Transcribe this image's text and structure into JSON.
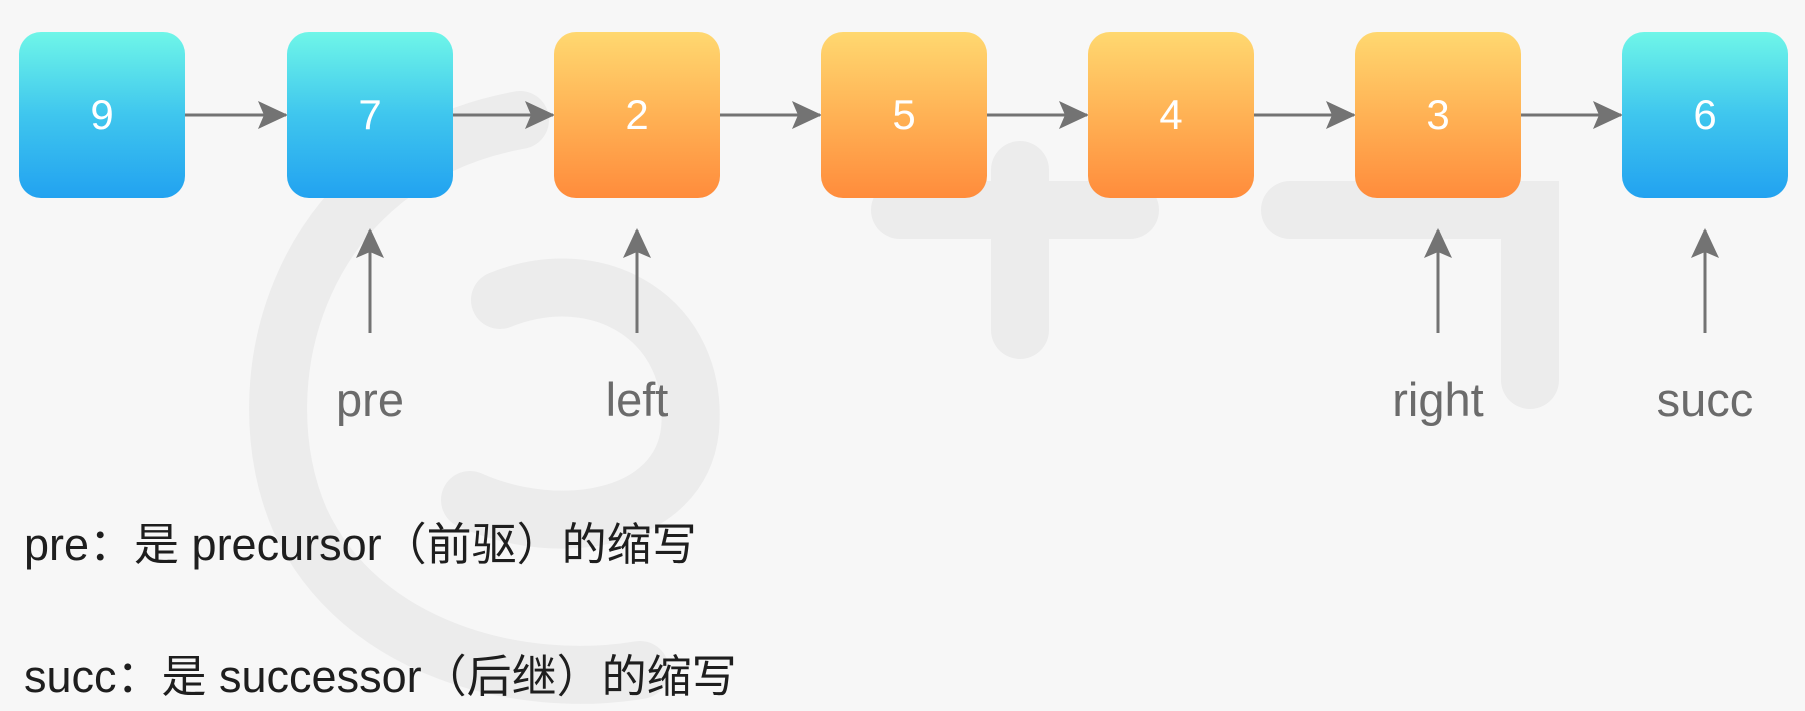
{
  "diagram": {
    "nodes": [
      {
        "value": "9",
        "color": "teal"
      },
      {
        "value": "7",
        "color": "teal"
      },
      {
        "value": "2",
        "color": "orange"
      },
      {
        "value": "5",
        "color": "orange"
      },
      {
        "value": "4",
        "color": "orange"
      },
      {
        "value": "3",
        "color": "orange"
      },
      {
        "value": "6",
        "color": "teal"
      }
    ],
    "pointers": [
      {
        "label": "pre",
        "node_index": 1
      },
      {
        "label": "left",
        "node_index": 2
      },
      {
        "label": "right",
        "node_index": 5
      },
      {
        "label": "succ",
        "node_index": 6
      }
    ],
    "notes": [
      "pre：是 precursor（前驱）的缩写",
      "succ：是 successor（后继）的缩写"
    ]
  },
  "colors": {
    "teal_top": "#6ff6e8",
    "teal_bottom": "#22a2f0",
    "orange_top": "#ffd870",
    "orange_bottom": "#ff8c3c",
    "arrow": "#737373",
    "label": "#6b6b6b",
    "note_text": "#1e1e1e",
    "background": "#f7f7f7"
  }
}
